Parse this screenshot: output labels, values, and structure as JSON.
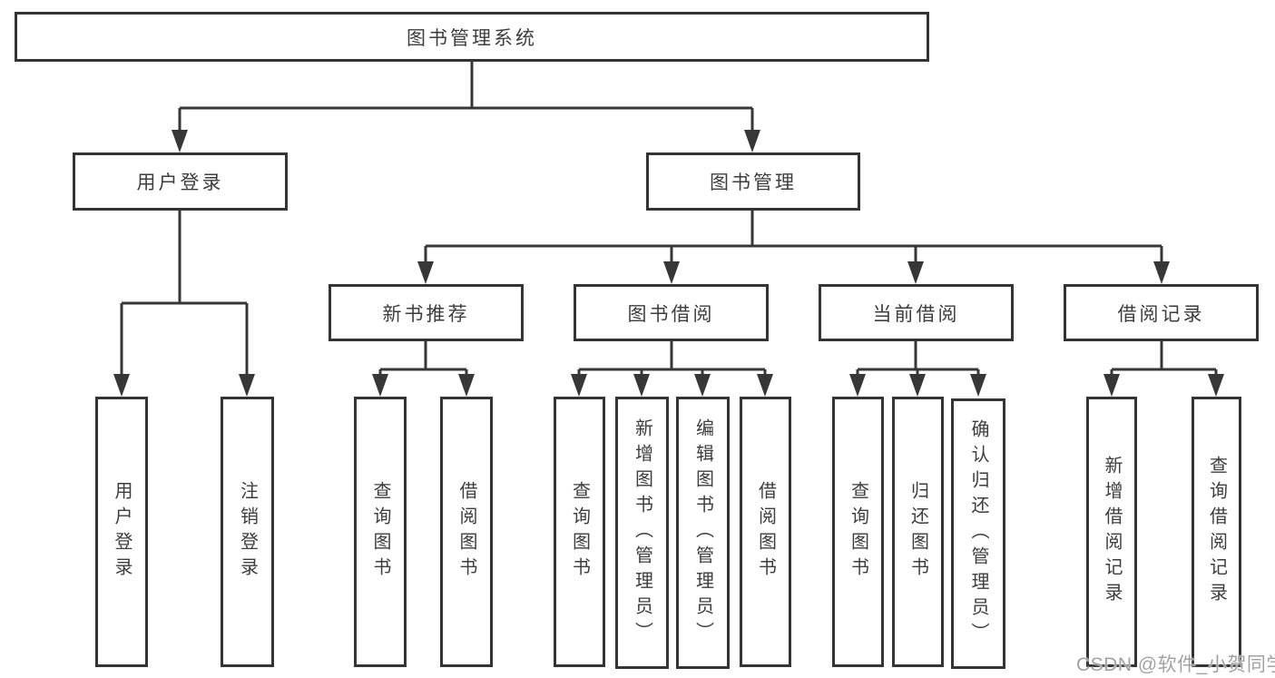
{
  "diagram_title": "图书管理系统",
  "tree": {
    "label": "图书管理系统",
    "children": [
      {
        "label": "用户登录",
        "children": [
          {
            "label": "用户登录"
          },
          {
            "label": "注销登录"
          }
        ]
      },
      {
        "label": "图书管理",
        "children": [
          {
            "label": "新书推荐",
            "children": [
              {
                "label": "查询图书"
              },
              {
                "label": "借阅图书"
              }
            ]
          },
          {
            "label": "图书借阅",
            "children": [
              {
                "label": "查询图书"
              },
              {
                "label": "新增图书（管理员）"
              },
              {
                "label": "编辑图书（管理员）"
              },
              {
                "label": "借阅图书"
              }
            ]
          },
          {
            "label": "当前借阅",
            "children": [
              {
                "label": "查询图书"
              },
              {
                "label": "归还图书"
              },
              {
                "label": "确认归还（管理员）"
              }
            ]
          },
          {
            "label": "借阅记录",
            "children": [
              {
                "label": "新增借阅记录"
              },
              {
                "label": "查询借阅记录"
              }
            ]
          }
        ]
      }
    ]
  },
  "watermark": {
    "text": "CSDN @软件_小贺同学"
  },
  "colors": {
    "line": "#373737",
    "box_border": "#343434",
    "text": "#3d3d3d",
    "watermark": "#a2a2a2",
    "background": "#ffffff"
  }
}
